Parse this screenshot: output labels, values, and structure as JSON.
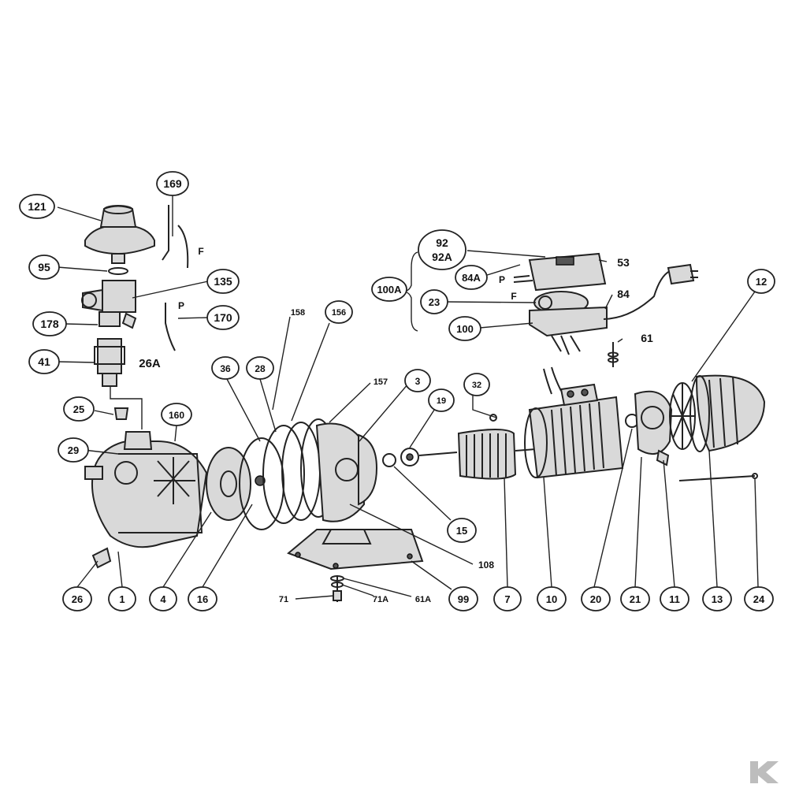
{
  "callouts": [
    {
      "label": "121"
    },
    {
      "label": "169"
    },
    {
      "label": "95"
    },
    {
      "label": "135"
    },
    {
      "label": "178"
    },
    {
      "label": "170"
    },
    {
      "label": "41"
    },
    {
      "label": "25"
    },
    {
      "label": "160"
    },
    {
      "label": "29"
    },
    {
      "label": "26"
    },
    {
      "label": "1"
    },
    {
      "label": "4"
    },
    {
      "label": "16"
    },
    {
      "label": "36"
    },
    {
      "label": "28"
    },
    {
      "label": "158"
    },
    {
      "label": "156"
    },
    {
      "label": "157"
    },
    {
      "label": "3"
    },
    {
      "label": "19"
    },
    {
      "label": "32"
    },
    {
      "label": "15"
    },
    {
      "label": "108"
    },
    {
      "label": "99"
    },
    {
      "label": "7"
    },
    {
      "label": "10"
    },
    {
      "label": "20"
    },
    {
      "label": "21"
    },
    {
      "label": "11"
    },
    {
      "label": "13"
    },
    {
      "label": "24"
    },
    {
      "label": "12"
    },
    {
      "label": "92"
    },
    {
      "label": "92A"
    },
    {
      "label": "84A"
    },
    {
      "label": "53"
    },
    {
      "label": "100A"
    },
    {
      "label": "23"
    },
    {
      "label": "84"
    },
    {
      "label": "100"
    },
    {
      "label": "61"
    }
  ],
  "free_labels": [
    {
      "label": "F"
    },
    {
      "label": "P"
    },
    {
      "label": "26A"
    },
    {
      "label": "P"
    },
    {
      "label": "F"
    },
    {
      "label": "71"
    },
    {
      "label": "71A"
    },
    {
      "label": "61A"
    }
  ],
  "colors": {
    "line": "#222222",
    "background": "#ffffff",
    "logo": "#bdbdbd"
  }
}
